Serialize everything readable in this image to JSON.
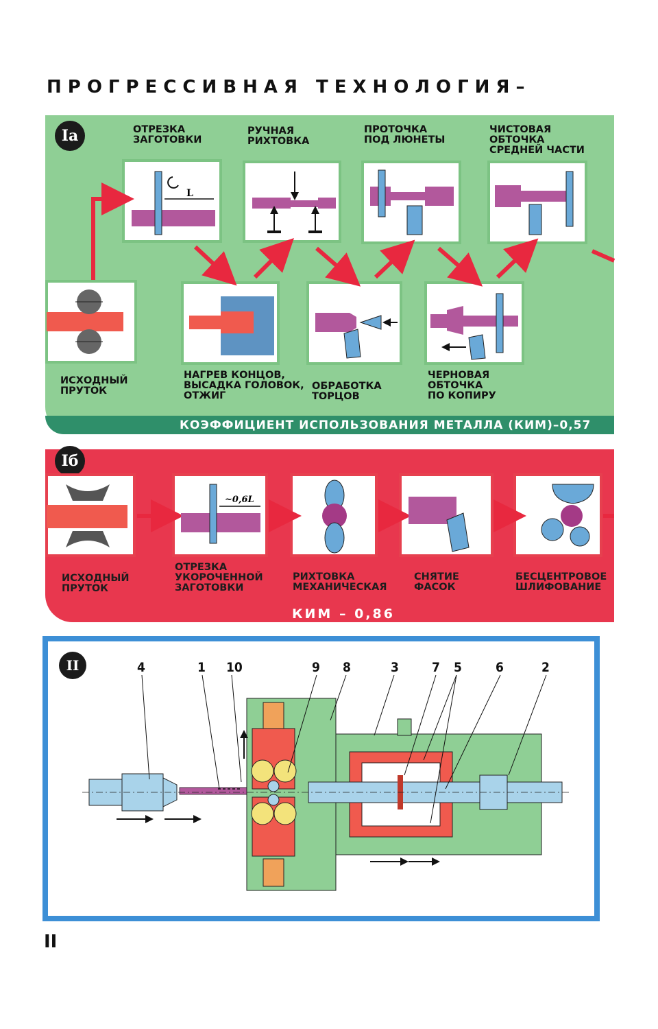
{
  "title": "ПРОГРЕССИВНАЯ ТЕХНОЛОГИЯ–",
  "page_number": "II",
  "panel_1a": {
    "badge": "Iа",
    "steps_top": [
      "ОТРЕЗКА\nЗАГОТОВКИ",
      "РУЧНАЯ\nРИХТОВКА",
      "ПРОТОЧКА\nПОД ЛЮНЕТЫ",
      "ЧИСТОВАЯ\nОБТОЧКА\nСРЕДНЕЙ ЧАСТИ"
    ],
    "steps_bottom": [
      "ИСХОДНЫЙ\nПРУТОК",
      "НАГРЕВ КОНЦОВ,\nВЫСАДКА ГОЛОВОК,\nОТЖИГ",
      "ОБРАБОТКА\nТОРЦОВ",
      "ЧЕРНОВАЯ\nОБТОЧКА\nПО КОПИРУ"
    ],
    "dim_label": "L",
    "footer": "КОЭФФИЦИЕНТ ИСПОЛЬЗОВАНИЯ МЕТАЛЛА (КИМ)–0,57"
  },
  "panel_1b": {
    "badge": "Iб",
    "steps": [
      "ИСХОДНЫЙ\nПРУТОК",
      "ОТРЕЗКА\nУКОРОЧЕННОЙ\nЗАГОТОВКИ",
      "РИХТОВКА\nМЕХАНИЧЕСКАЯ",
      "СНЯТИЕ\nФАСОК",
      "БЕСЦЕНТРОВОЕ\nШЛИФОВАНИЕ"
    ],
    "dim_label": "~0,6L",
    "footer": "КИМ – 0,86"
  },
  "panel_2": {
    "badge": "II",
    "callouts": [
      "4",
      "1",
      "10",
      "9",
      "8",
      "3",
      "7",
      "5",
      "6",
      "2"
    ]
  },
  "colors": {
    "green_panel": "#8fcf95",
    "red_panel": "#e8374e",
    "blue_frame": "#3d8fd6",
    "workpiece": "#b2589c",
    "arrow_red": "#e8283f"
  }
}
